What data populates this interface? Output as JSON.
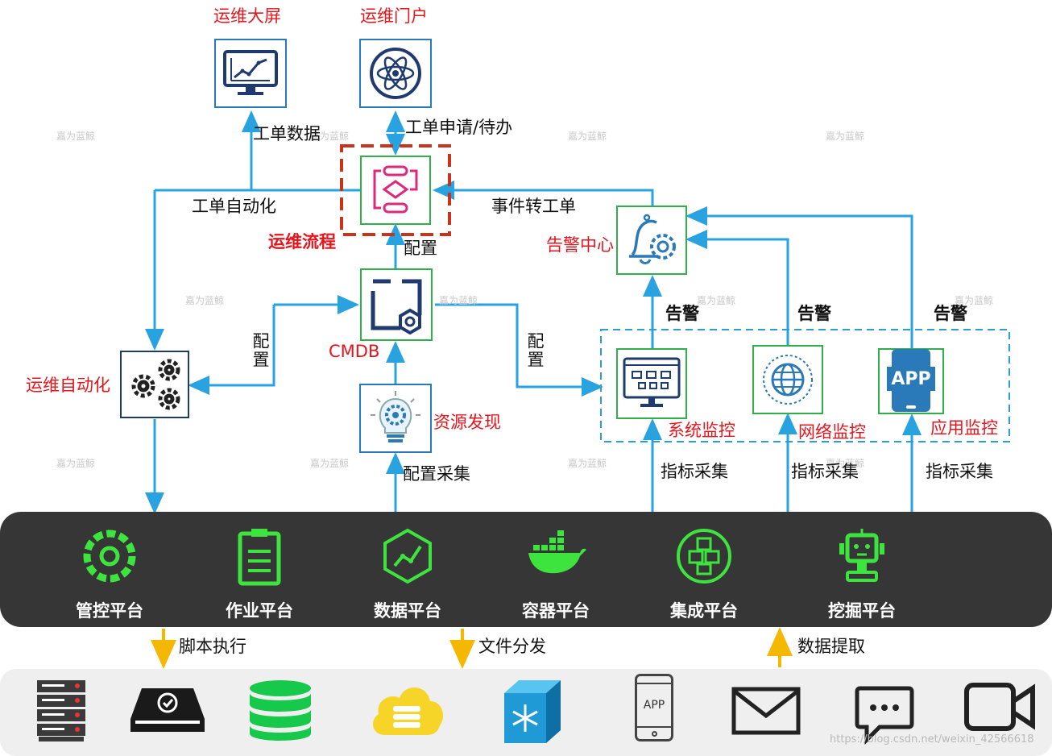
{
  "labels": {
    "big_screen": "运维大屏",
    "portal": "运维门户",
    "ticket_data": "工单数据",
    "ticket_apply": "工单申请/待办",
    "ticket_auto": "工单自动化",
    "event_to_ticket": "事件转工单",
    "ops_flow": "运维流程",
    "config_top": "配置",
    "alarm_center": "告警中心",
    "alarm_1": "告警",
    "alarm_2": "告警",
    "alarm_3": "告警",
    "config_left": "配置",
    "config_right": "配置",
    "cmdb": "CMDB",
    "ops_auto": "运维自动化",
    "resource_discovery": "资源发现",
    "config_collect": "配置采集",
    "sys_monitor": "系统监控",
    "net_monitor": "网络监控",
    "app_monitor": "应用监控",
    "metric_collect_1": "指标采集",
    "metric_collect_2": "指标采集",
    "metric_collect_3": "指标采集",
    "script_exec": "脚本执行",
    "file_dist": "文件分发",
    "data_extract": "数据提取"
  },
  "platforms": [
    "管控平台",
    "作业平台",
    "数据平台",
    "容器平台",
    "集成平台",
    "挖掘平台"
  ],
  "app_badge": "APP",
  "device_app_text": "APP",
  "watermark": "嘉为蓝鲸",
  "footer": "https://blog.csdn.net/weixin_42566618",
  "colors": {
    "flow_line": "#29a3e0",
    "flow_red": "#e8141b",
    "platform_bar": "#363636",
    "platform_icon": "#3ee43e",
    "device_arrow": "#f5b800",
    "dashed_box": "#2a9fd6",
    "flow_highlight": "#c8331b"
  },
  "icons": [
    "monitor-chart-icon",
    "atom-icon",
    "flowchart-icon",
    "cmdb-icon",
    "gears-icon",
    "bulb-gear-icon",
    "bell-gear-icon",
    "monitor-folders-icon",
    "globe-icon",
    "app-phone-icon",
    "server-rack-icon",
    "disk-drive-icon",
    "database-icon",
    "cloud-storage-icon",
    "snowflake-cube-icon",
    "phone-app-icon",
    "mail-icon",
    "chat-bubble-icon",
    "video-camera-icon"
  ]
}
